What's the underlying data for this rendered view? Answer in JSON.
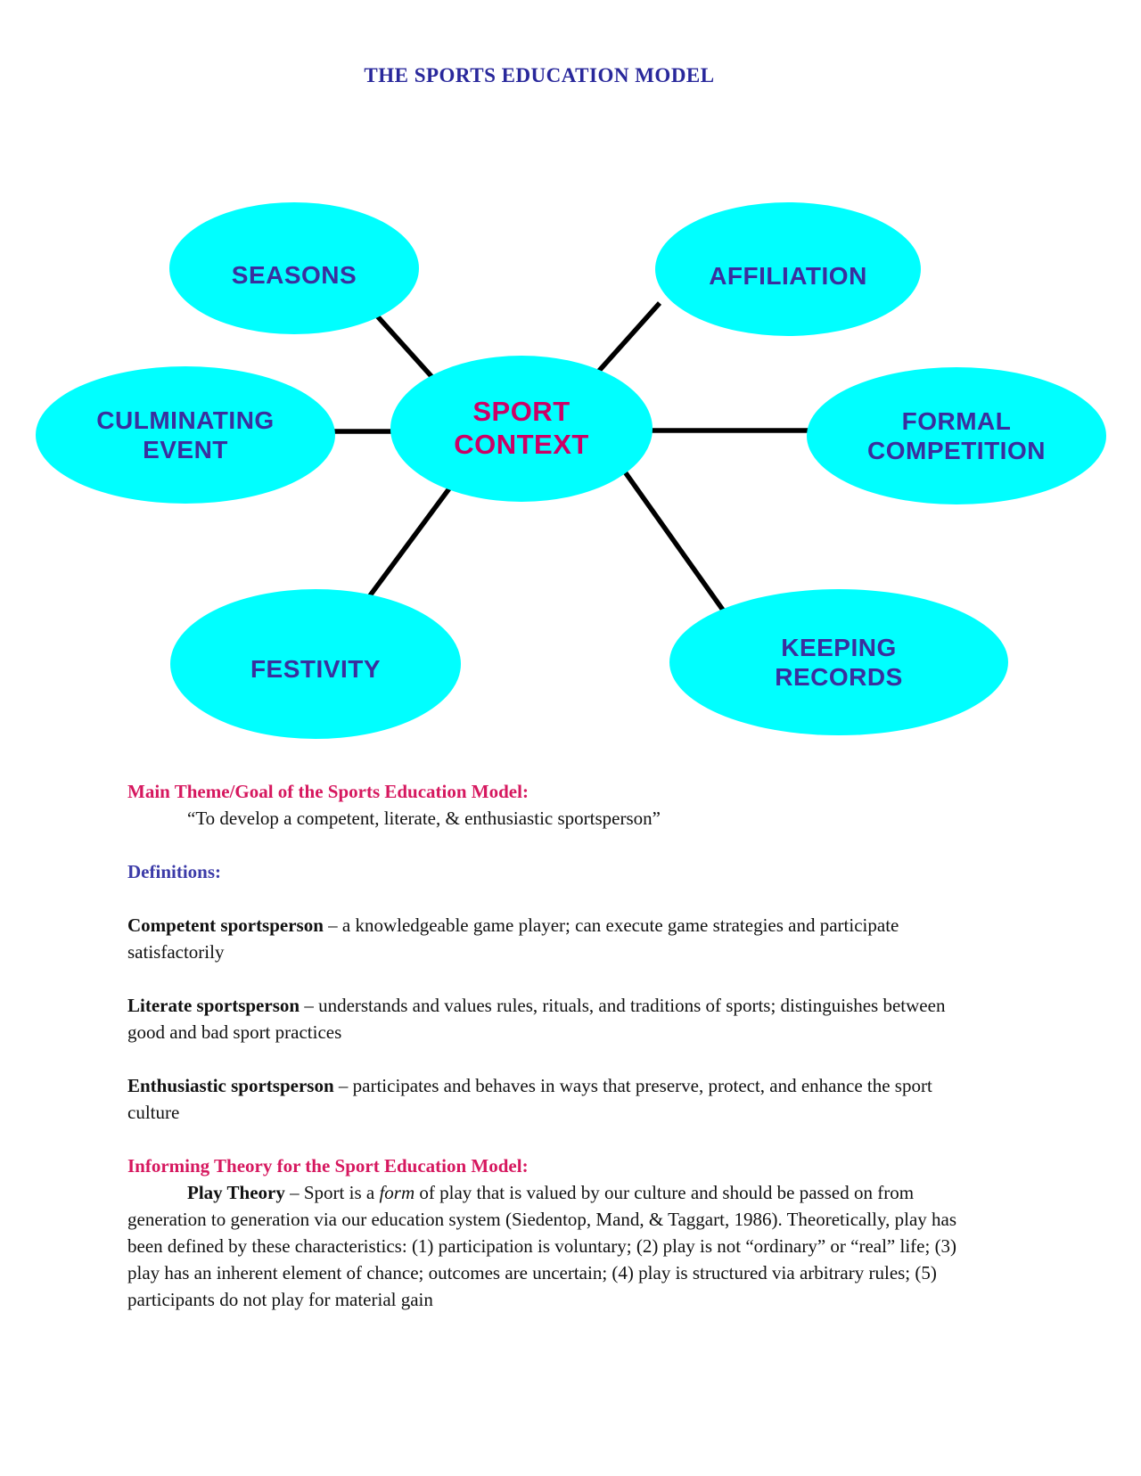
{
  "page": {
    "title": "THE SPORTS EDUCATION MODEL"
  },
  "colors": {
    "title_navy": "#29289B",
    "node_label": "#3A2F9E",
    "definitions_blue": "#3C3BA8",
    "heading_pink": "#D6185F",
    "sport_context_pink": "#CC0066",
    "node_fill": "#00FFFF",
    "line_black": "#000000"
  },
  "diagram": {
    "center": {
      "id": "sport-context",
      "label": "SPORT\nCONTEXT"
    },
    "nodes": [
      {
        "id": "seasons",
        "label": "SEASONS"
      },
      {
        "id": "affiliation",
        "label": "AFFILIATION"
      },
      {
        "id": "culminating-event",
        "label": "CULMINATING\nEVENT"
      },
      {
        "id": "formal-competition",
        "label": "FORMAL\nCOMPETITION"
      },
      {
        "id": "festivity",
        "label": "FESTIVITY"
      },
      {
        "id": "keeping-records",
        "label": "KEEPING\nRECORDS"
      }
    ]
  },
  "sections": {
    "main_theme": {
      "heading": "Main Theme/Goal of the Sports Education Model:",
      "quote": "“To develop a competent, literate, & enthusiastic sportsperson”"
    },
    "definitions": {
      "heading": "Definitions:",
      "items": [
        {
          "term": "Competent sportsperson",
          "rest": " – a knowledgeable game player; can execute game strategies and participate satisfactorily"
        },
        {
          "term": "Literate sportsperson",
          "rest": " – understands and values rules, rituals, and traditions of sports; distinguishes between good and bad sport practices"
        },
        {
          "term": "Enthusiastic sportsperson",
          "rest": " – participates and behaves in ways that preserve, protect, and enhance the sport culture"
        }
      ]
    },
    "informing_theory": {
      "heading": "Informing Theory for the Sport Education Model:",
      "term": "Play Theory",
      "before_italic": " – Sport is a ",
      "italic": "form",
      "after_italic": " of play that is valued by our culture and should be passed on from generation to generation via our education system (Siedentop, Mand, & Taggart, 1986). Theoretically, play has been defined by these characteristics:  (1) participation is voluntary; (2) play is not “ordinary” or “real” life; (3) play has an inherent element of chance; outcomes are uncertain; (4) play is structured via arbitrary rules; (5) participants do not play for material gain"
    }
  }
}
